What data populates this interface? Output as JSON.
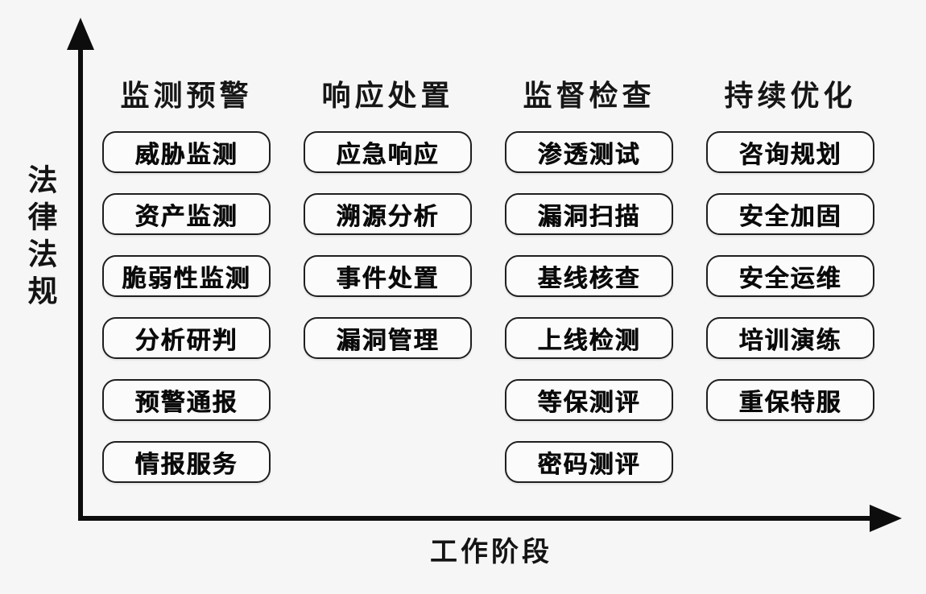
{
  "diagram": {
    "title_implicit": "",
    "y_axis": {
      "label": "法律法规"
    },
    "x_axis": {
      "label": "工作阶段"
    },
    "columns": [
      {
        "header": "监测预警",
        "items": [
          "威胁监测",
          "资产监测",
          "脆弱性监测",
          "分析研判",
          "预警通报",
          "情报服务"
        ]
      },
      {
        "header": "响应处置",
        "items": [
          "应急响应",
          "溯源分析",
          "事件处置",
          "漏洞管理"
        ]
      },
      {
        "header": "监督检查",
        "items": [
          "渗透测试",
          "漏洞扫描",
          "基线核查",
          "上线检测",
          "等保测评",
          "密码测评"
        ]
      },
      {
        "header": "持续优化",
        "items": [
          "咨询规划",
          "安全加固",
          "安全运维",
          "培训演练",
          "重保特服"
        ]
      }
    ],
    "colors": {
      "background": "#f6f6f6",
      "axis": "#0d0d0d",
      "box_border": "#1f1f1f",
      "box_fill": "#fbfbfb",
      "text": "#111111"
    }
  }
}
